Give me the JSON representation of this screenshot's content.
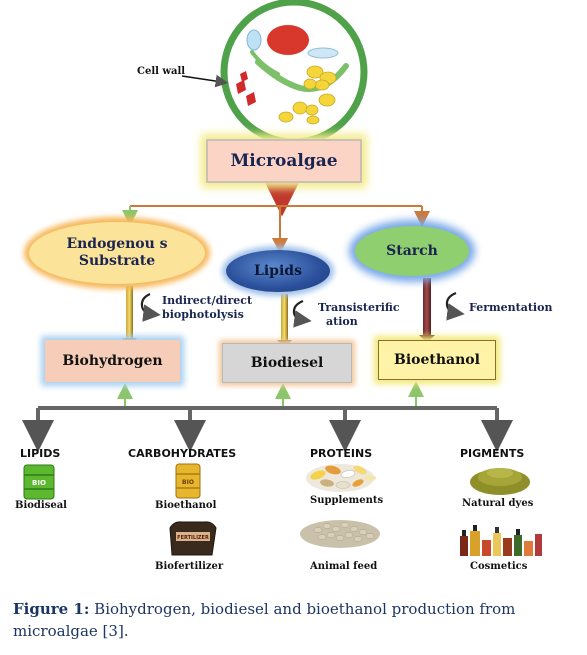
{
  "cell_wall_label": "Cell wall",
  "microalgae": "Microalgae",
  "substrates": {
    "endogenous": "Endogenou s Substrate",
    "lipids": "Lipids",
    "starch": "Starch"
  },
  "mechanisms": {
    "left_line1": "Indirect/direct",
    "left_line2": "biophotolysis",
    "mid_line1": "Transisterific",
    "mid_line2": "ation",
    "right": "Fermentation"
  },
  "products": {
    "hydrogen": "Biohydrogen",
    "diesel": "Biodiesel",
    "ethanol": "Bioethanol"
  },
  "categories": [
    {
      "title": "LIPIDS",
      "items": [
        "Biodiseal"
      ]
    },
    {
      "title": "CARBOHYDRATES",
      "items": [
        "Bioethanol",
        "Biofertilizer"
      ]
    },
    {
      "title": "PROTEINS",
      "items": [
        "Supplements",
        "Animal feed"
      ]
    },
    {
      "title": "PIGMENTS",
      "items": [
        "Natural dyes",
        "Cosmetics"
      ]
    }
  ],
  "icon_text": {
    "drum_left": "BIO",
    "drum_center": "BIO",
    "sack": "FERTILIZER"
  },
  "caption": {
    "label": "Figure 1:",
    "text": "Biohydrogen, biodiesel and bioethanol production from microalgae [3]."
  },
  "colors": {
    "main_arrow": "#c0392b",
    "branch_line": "#cc7a3a",
    "green_arrow": "#8cc66a",
    "gray_line": "#666666",
    "caption": "#1d3561"
  }
}
